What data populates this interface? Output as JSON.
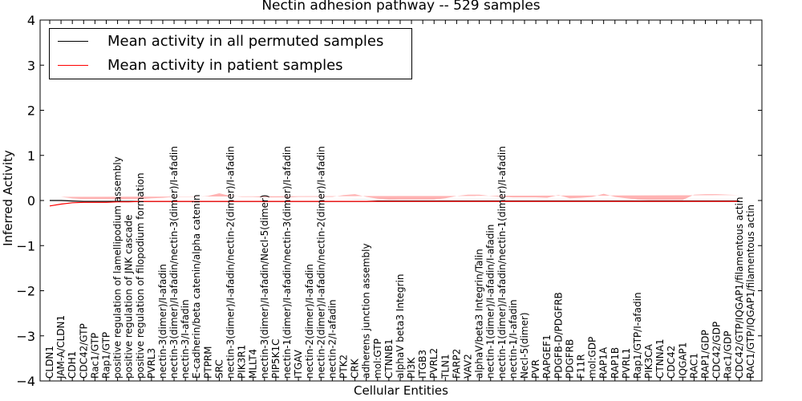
{
  "chart_data": {
    "type": "line",
    "title": "Nectin adhesion pathway -- 529 samples",
    "xlabel": "Cellular Entities",
    "ylabel": "Inferred Activity",
    "ylim": [
      -4,
      4
    ],
    "yticks": [
      "4",
      "3",
      "2",
      "1",
      "0",
      "−1",
      "−2",
      "−3",
      "−4"
    ],
    "legend_position": "top-left",
    "categories": [
      "CLDN1",
      "JAM-A/CLDN1",
      "CDH1",
      "CDC42/GTP",
      "Rac1/GTP",
      "Rap1/GTP",
      "positive regulation of lamellipodium assembly",
      "positive regulation of JNK cascade",
      "positive regulation of filopodium formation",
      "PVRL3",
      "nectin-3(dimer)/I-afadin",
      "nectin-3(dimer)/I-afadin/nectin-3(dimer)/I-afadin",
      "nectin-3/I-afadin",
      "E-cadherin/beta catenin/alpha catenin",
      "PTPRM",
      "SRC",
      "nectin-3(dimer)/I-afadin/nectin-2(dimer)/I-afadin",
      "PIK3R1",
      "MLLT4",
      "nectin-3(dimer)/I-afadin/Necl-5(dimer)",
      "PIP5K1C",
      "nectin-1(dimer)/I-afadin/nectin-3(dimer)/I-afadin",
      "ITGAV",
      "nectin-2(dimer)/I-afadin",
      "nectin-2(dimer)/I-afadin/nectin-2(dimer)/I-afadin",
      "nectin-2/I-afadin",
      "PTK2",
      "CRK",
      "adherens junction assembly",
      "mol:GTP",
      "CTNNB1",
      "alphaV beta3 Integrin",
      "PI3K",
      "ITGB3",
      "PVRL2",
      "TLN1",
      "FARP2",
      "VAV2",
      "alphaV/beta3 Integrin/Talin",
      "nectin-1(dimer)/I-afadin/I-afadin",
      "nectin-1(dimer)/I-afadin/nectin-1(dimer)/I-afadin",
      "nectin-1/I-afadin",
      "Necl-5(dimer)",
      "PVR",
      "RAPGEF1",
      "PDGFB-D/PDGFRB",
      "PDGFRB",
      "F11R",
      "mol:GDP",
      "RAP1A",
      "RAP1B",
      "PVRL1",
      "Rap1/GTP/I-afadin",
      "PIK3CA",
      "CTNNA1",
      "CDC42",
      "IQGAP1",
      "RAC1",
      "RAP1/GDP",
      "CDC42/GDP",
      "Rac1/GDP",
      "CDC42/GTP/IQGAP1/filamentous actin",
      "RAC1/GTP/IQGAP1/filamentous actin"
    ],
    "series": [
      {
        "name": "Mean activity in all permuted samples",
        "color": "#000000",
        "values": [
          0.0,
          0.0,
          -0.01,
          -0.02,
          -0.02,
          -0.02,
          -0.02,
          -0.02,
          -0.02,
          -0.02,
          -0.02,
          -0.02,
          -0.02,
          -0.02,
          -0.02,
          -0.02,
          -0.02,
          -0.02,
          -0.02,
          -0.02,
          -0.02,
          -0.02,
          -0.02,
          -0.02,
          -0.02,
          -0.02,
          -0.02,
          -0.02,
          -0.02,
          -0.01,
          -0.01,
          -0.01,
          -0.01,
          -0.01,
          -0.01,
          -0.01,
          -0.01,
          -0.01,
          -0.01,
          -0.01,
          -0.01,
          -0.01,
          -0.01,
          -0.01,
          -0.01,
          -0.01,
          -0.01,
          -0.01,
          -0.01,
          -0.01,
          -0.01,
          -0.01,
          -0.01,
          -0.01,
          -0.01,
          -0.01,
          -0.01,
          -0.01,
          -0.01,
          -0.01,
          -0.01,
          -0.01
        ],
        "lower": [
          -0.02,
          -0.02,
          -0.05,
          -0.05,
          -0.05,
          -0.05,
          -0.05,
          -0.05,
          -0.05,
          -0.06,
          -0.06,
          -0.06,
          -0.06,
          -0.06,
          -0.06,
          -0.06,
          -0.06,
          -0.06,
          -0.06,
          -0.06,
          -0.06,
          -0.06,
          -0.06,
          -0.06,
          -0.06,
          -0.06,
          -0.06,
          -0.07,
          -0.07,
          -0.07,
          -0.07,
          -0.06,
          -0.06,
          -0.06,
          -0.06,
          -0.06,
          -0.06,
          -0.07,
          -0.07,
          -0.07,
          -0.07,
          -0.07,
          -0.07,
          -0.07,
          -0.06,
          -0.06,
          -0.06,
          -0.06,
          -0.06,
          -0.06,
          -0.06,
          -0.06,
          -0.06,
          -0.06,
          -0.06,
          -0.06,
          -0.06,
          -0.06,
          -0.06,
          -0.06,
          -0.06,
          -0.06
        ],
        "upper": [
          0.02,
          0.02,
          0.03,
          0.02,
          0.02,
          0.02,
          0.02,
          0.02,
          0.02,
          0.02,
          0.02,
          0.02,
          0.02,
          0.02,
          0.02,
          0.02,
          0.02,
          0.02,
          0.02,
          0.02,
          0.02,
          0.02,
          0.02,
          0.02,
          0.02,
          0.02,
          0.02,
          0.03,
          0.03,
          0.03,
          0.03,
          0.02,
          0.02,
          0.02,
          0.02,
          0.02,
          0.02,
          0.03,
          0.03,
          0.03,
          0.03,
          0.03,
          0.03,
          0.03,
          0.02,
          0.02,
          0.02,
          0.02,
          0.02,
          0.02,
          0.02,
          0.02,
          0.02,
          0.02,
          0.02,
          0.02,
          0.02,
          0.02,
          0.02,
          0.02,
          0.02,
          0.02
        ]
      },
      {
        "name": "Mean activity in patient samples",
        "color": "#ff0000",
        "band_color": "#ff8080",
        "values": [
          -0.12,
          -0.08,
          -0.05,
          -0.04,
          -0.04,
          -0.04,
          -0.03,
          -0.03,
          -0.02,
          -0.02,
          -0.02,
          -0.02,
          -0.02,
          -0.02,
          -0.02,
          -0.02,
          -0.02,
          -0.02,
          -0.02,
          -0.02,
          -0.02,
          -0.02,
          -0.02,
          -0.02,
          -0.02,
          -0.02,
          -0.02,
          -0.02,
          -0.02,
          -0.02,
          -0.02,
          -0.02,
          -0.02,
          -0.02,
          -0.02,
          -0.02,
          -0.02,
          -0.02,
          -0.02,
          -0.02,
          -0.02,
          -0.02,
          -0.02,
          -0.02,
          -0.02,
          -0.02,
          -0.02,
          -0.02,
          -0.02,
          -0.02,
          -0.02,
          -0.02,
          -0.02,
          -0.02,
          -0.02,
          -0.02,
          -0.02,
          -0.02,
          -0.02,
          -0.02,
          -0.02,
          -0.02
        ],
        "lower": [
          -0.33,
          -0.25,
          -0.12,
          -0.1,
          -0.09,
          -0.09,
          -0.08,
          -0.08,
          -0.07,
          -0.08,
          -0.08,
          -0.1,
          -0.1,
          -0.1,
          -0.12,
          -0.18,
          -0.12,
          -0.1,
          -0.1,
          -0.09,
          -0.09,
          -0.09,
          -0.1,
          -0.1,
          -0.1,
          -0.1,
          -0.15,
          -0.18,
          -0.12,
          -0.08,
          -0.06,
          -0.05,
          -0.05,
          -0.05,
          -0.05,
          -0.07,
          -0.12,
          -0.15,
          -0.15,
          -0.12,
          -0.1,
          -0.09,
          -0.09,
          -0.09,
          -0.08,
          -0.1,
          -0.07,
          -0.08,
          -0.1,
          -0.15,
          -0.1,
          -0.08,
          -0.05,
          -0.04,
          -0.04,
          -0.04,
          -0.04,
          -0.05,
          -0.06,
          -0.06,
          -0.06,
          -0.06
        ],
        "upper": [
          0.08,
          0.08,
          0.05,
          0.03,
          0.03,
          0.03,
          0.03,
          0.03,
          0.03,
          0.05,
          0.06,
          0.08,
          0.08,
          0.08,
          0.1,
          0.16,
          0.1,
          0.08,
          0.08,
          0.07,
          0.07,
          0.07,
          0.08,
          0.08,
          0.08,
          0.08,
          0.12,
          0.14,
          0.08,
          0.04,
          0.02,
          0.02,
          0.02,
          0.02,
          0.02,
          0.05,
          0.1,
          0.13,
          0.13,
          0.1,
          0.08,
          0.07,
          0.07,
          0.07,
          0.06,
          0.12,
          0.05,
          0.06,
          0.08,
          0.15,
          0.08,
          0.05,
          0.02,
          0.01,
          0.01,
          0.01,
          0.01,
          0.13,
          0.14,
          0.14,
          0.13,
          0.12
        ]
      }
    ]
  }
}
